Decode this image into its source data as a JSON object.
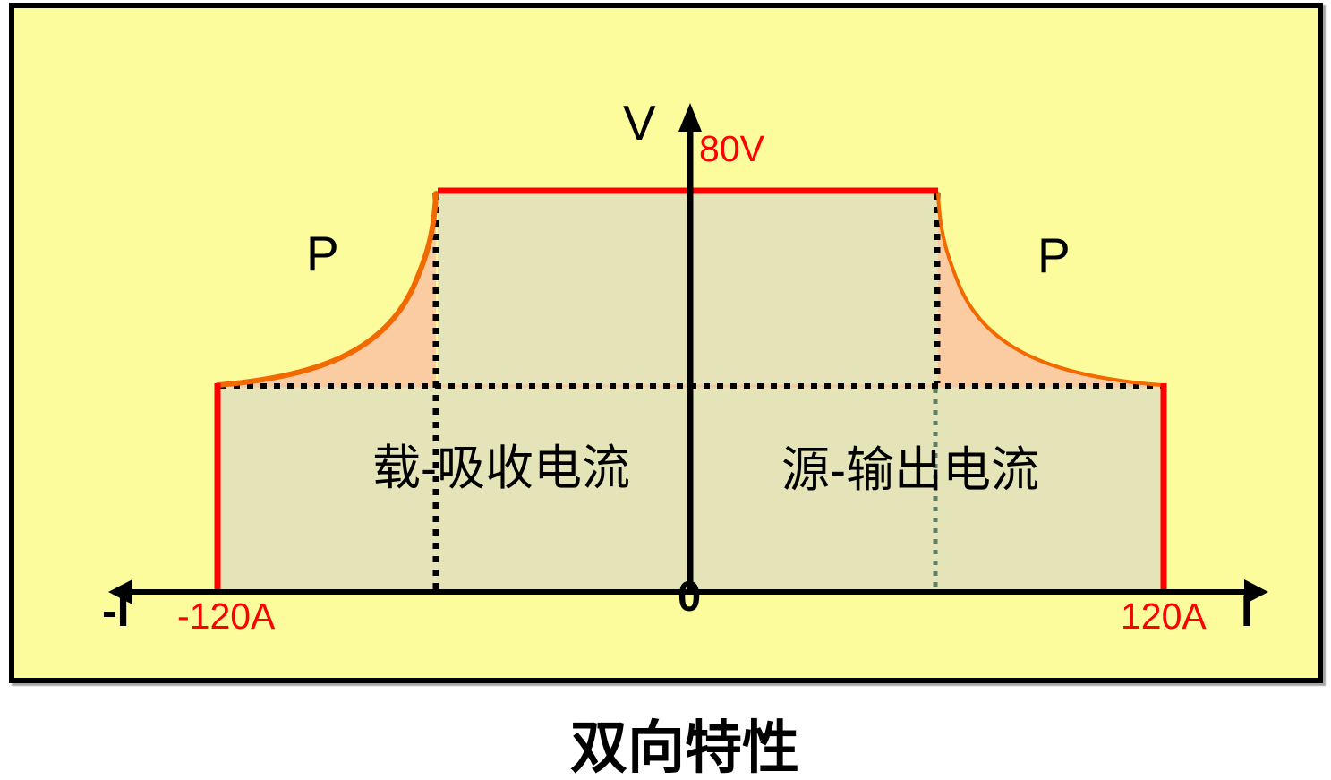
{
  "title": "双向特性",
  "canvas": {
    "y_axis_label": "V",
    "y_max_label": "80V",
    "x_neg_label": "-I",
    "x_pos_label": "I",
    "origin_label": "0",
    "x_min_label": "-120A",
    "x_max_label": "120A",
    "power_label_left": "P",
    "power_label_right": "P",
    "sink_region_label": "载-吸收电流",
    "source_region_label": "源-输出电流"
  },
  "colors": {
    "page_background": "#FFFFFF",
    "box_background": "#FCFC9D",
    "box_border": "#000000",
    "operating_fill": "#E4E4B8",
    "power_fill": "#FBCCA2",
    "power_curve": "#F26900",
    "limit_red": "#FF0000",
    "axis_black": "#000000",
    "dotted_black": "#000000",
    "dotted_green": "#5F7F66",
    "dotted_underlay": "#F7C9A0",
    "label_red": "#FF0000",
    "text_black": "#000000"
  },
  "chart_data": {
    "type": "area",
    "title": "双向特性",
    "xlabel": "I",
    "ylabel": "V",
    "x_units": "A",
    "y_units": "V",
    "x_tick_labels": [
      "-120A",
      "0",
      "120A"
    ],
    "y_tick_labels": [
      "80V"
    ],
    "voltage_limit_V": 80,
    "current_limit_A": [
      -120,
      120
    ],
    "power_corner_current_A": 63,
    "voltage_at_full_current_V": 41,
    "operating_envelope_IV": [
      [
        -120,
        0
      ],
      [
        -120,
        41
      ],
      [
        -63,
        80
      ],
      [
        63,
        80
      ],
      [
        120,
        41
      ],
      [
        120,
        0
      ]
    ],
    "power_curve_left_IV": [
      [
        -120,
        41
      ],
      [
        -79,
        51
      ],
      [
        -73,
        57
      ],
      [
        -70,
        61
      ],
      [
        -66,
        70
      ],
      [
        -64,
        80
      ]
    ],
    "power_curve_right_IV": [
      [
        64,
        80
      ],
      [
        66,
        70
      ],
      [
        70,
        61
      ],
      [
        73,
        57
      ],
      [
        79,
        51
      ],
      [
        120,
        41
      ]
    ],
    "power_curve_label": "P",
    "regions": [
      {
        "label": "载-吸收电流",
        "side": "I < 0 (sink / absorb current)"
      },
      {
        "label": "源-输出电流",
        "side": "I > 0 (source / output current)"
      }
    ],
    "grid": false,
    "legend": false
  }
}
